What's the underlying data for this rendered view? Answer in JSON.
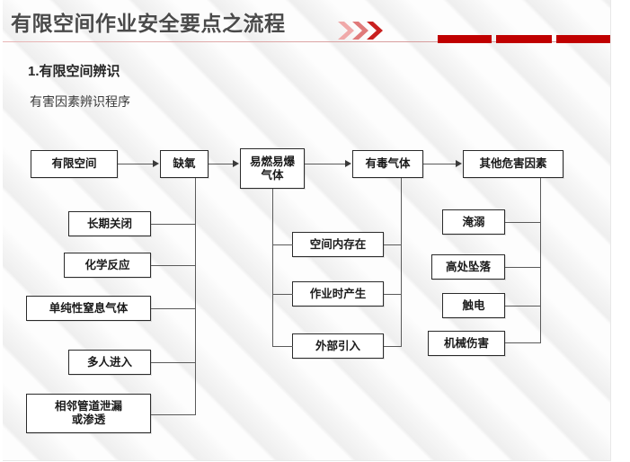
{
  "slide": {
    "header": {
      "title": "有限空间作业安全要点之流程",
      "chevron_icon": "triple-chevron-right-icon",
      "accent_color": "#c00000",
      "rule_color": "#d9a0a0",
      "bars": [
        "bar-1",
        "bar-2",
        "bar-3"
      ]
    },
    "section": {
      "number_title": "1.有限空间辨识",
      "subtitle": "有害因素辨识程序"
    }
  },
  "chart_data": {
    "type": "diagram",
    "title": "有害因素辨识程序",
    "orientation": "left-to-right",
    "main_chain": [
      {
        "id": "n1",
        "label": "有限空间"
      },
      {
        "id": "n2",
        "label": "缺氧"
      },
      {
        "id": "n3",
        "label": "易燃易爆气体"
      },
      {
        "id": "n4",
        "label": "有毒气体"
      },
      {
        "id": "n5",
        "label": "其他危害因素"
      }
    ],
    "branches": [
      {
        "parent": "缺氧",
        "side": "left-column",
        "children": [
          "长期关闭",
          "化学反应",
          "单纯性窒息气体",
          "多人进入",
          "相邻管道泄漏或渗透"
        ]
      },
      {
        "parent": "易燃易爆气体 / 有毒气体",
        "side": "middle-column",
        "children": [
          "空间内存在",
          "作业时产生",
          "外部引入"
        ]
      },
      {
        "parent": "其他危害因素",
        "side": "right-column",
        "children": [
          "淹溺",
          "高处坠落",
          "触电",
          "机械伤害"
        ]
      }
    ],
    "node_labels": {
      "n1": "有限空间",
      "n2": "缺氧",
      "n3_line1": "易燃易爆",
      "n3_line2": "气体",
      "n4": "有毒气体",
      "n5": "其他危害因素",
      "l1": "长期关闭",
      "l2": "化学反应",
      "l3": "单纯性窒息气体",
      "l4": "多人进入",
      "l5_line1": "相邻管道泄漏",
      "l5_line2": "或渗透",
      "m1": "空间内存在",
      "m2": "作业时产生",
      "m3": "外部引入",
      "r1": "淹溺",
      "r2": "高处坠落",
      "r3": "触电",
      "r4": "机械伤害"
    }
  }
}
